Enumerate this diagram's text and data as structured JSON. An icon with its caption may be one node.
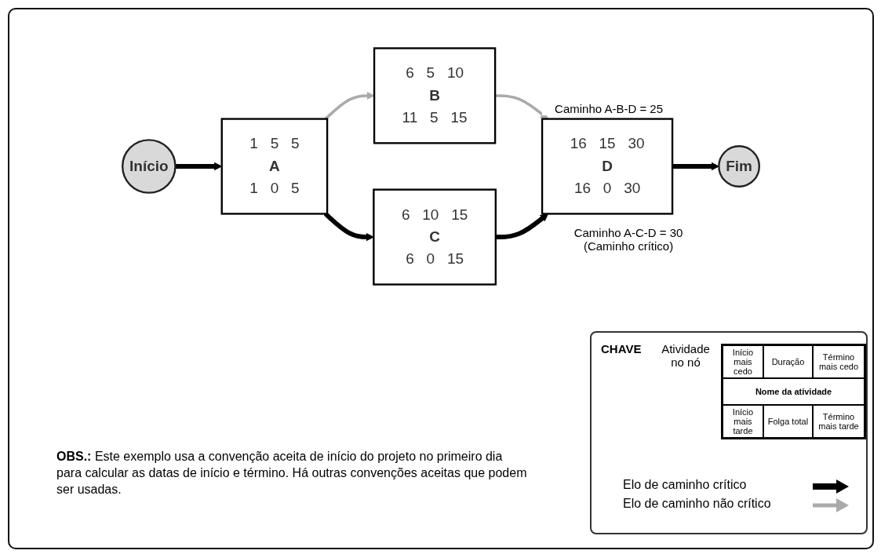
{
  "diagram": {
    "nodes": [
      {
        "text": [
          "Início"
        ]
      },
      {
        "text": [
          "1",
          "5",
          "5",
          "A",
          "1",
          "0",
          "5"
        ]
      },
      {
        "text": [
          "6",
          "5",
          "10",
          "B",
          "11",
          "5",
          "15"
        ]
      },
      {
        "text": [
          "6",
          "10",
          "15",
          "C",
          "6",
          "0",
          "15"
        ]
      },
      {
        "text": [
          "16",
          "15",
          "30",
          "D",
          "16",
          "0",
          "30"
        ],
        "beside": [
          "Caminho A-B-D = 25",
          "Caminho A-C-D = 30 (Caminho crítico)"
        ]
      },
      {
        "text": [
          "Fim"
        ]
      }
    ],
    "edges": [
      {
        "from": 0,
        "to": 1,
        "arrow": "to"
      },
      {
        "from": 1,
        "to": 2,
        "arrow": "to",
        "color": "#aaaaaa"
      },
      {
        "from": 1,
        "to": 3,
        "arrow": "to"
      },
      {
        "from": 2,
        "to": 4,
        "arrow": "to",
        "color": "#aaaaaa"
      },
      {
        "from": 3,
        "to": 4,
        "arrow": "to"
      },
      {
        "from": 4,
        "to": 5,
        "arrow": "to"
      }
    ],
    "labels": [
      "CHAVE",
      "Atividade no nó",
      "Início mais cedo",
      "Duração",
      "Término mais cedo",
      "Nome da atividade",
      "Início mais tarde",
      "Folga total",
      "Término mais tarde",
      "**OBS.:** Este exemplo usa a convenção aceita de início do projeto no primeiro dia para calcular as datas de início e término. Há outras convenções aceitas que podem ser usadas."
    ],
    "legend": [
      {
        "text": "Elo de caminho crítico"
      },
      {
        "text": "Elo de caminho não crítico"
      }
    ]
  }
}
